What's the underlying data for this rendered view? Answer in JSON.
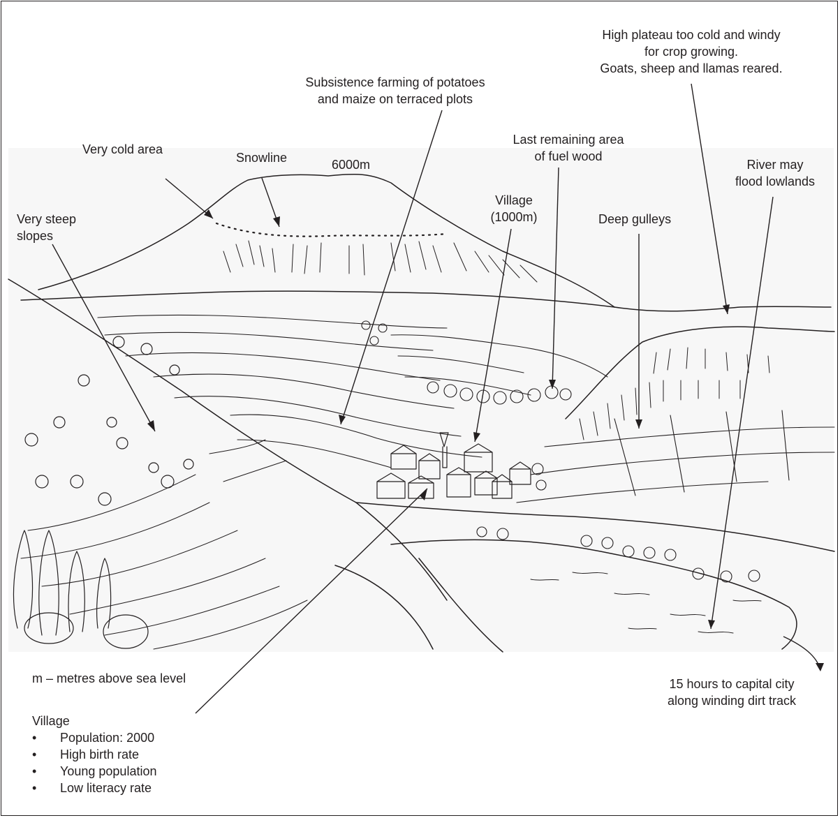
{
  "labels": {
    "very_cold_area": "Very cold area",
    "snowline": "Snowline",
    "peak_height": "6000m",
    "very_steep_slopes": [
      "Very steep",
      "slopes"
    ],
    "subsistence_farming": [
      "Subsistence farming of potatoes",
      "and maize on terraced plots"
    ],
    "fuel_wood": [
      "Last remaining area",
      "of fuel wood"
    ],
    "village": [
      "Village",
      "(1000m)"
    ],
    "deep_gulleys": "Deep gulleys",
    "high_plateau": [
      "High plateau too cold and windy",
      "for crop growing.",
      "Goats, sheep and llamas reared."
    ],
    "river_flood": [
      "River may",
      "flood lowlands"
    ],
    "capital_city": [
      "15 hours to capital city",
      "along winding dirt track"
    ]
  },
  "key": {
    "metres_note": "m – metres above sea level",
    "village_heading": "Village",
    "bullet_char": "•",
    "village_facts": [
      "Population: 2000",
      "High birth rate",
      "Young population",
      "Low literacy rate"
    ]
  },
  "colors": {
    "ink": "#231f20",
    "paper": "#ffffff",
    "scene_bg": "#f7f7f7"
  }
}
